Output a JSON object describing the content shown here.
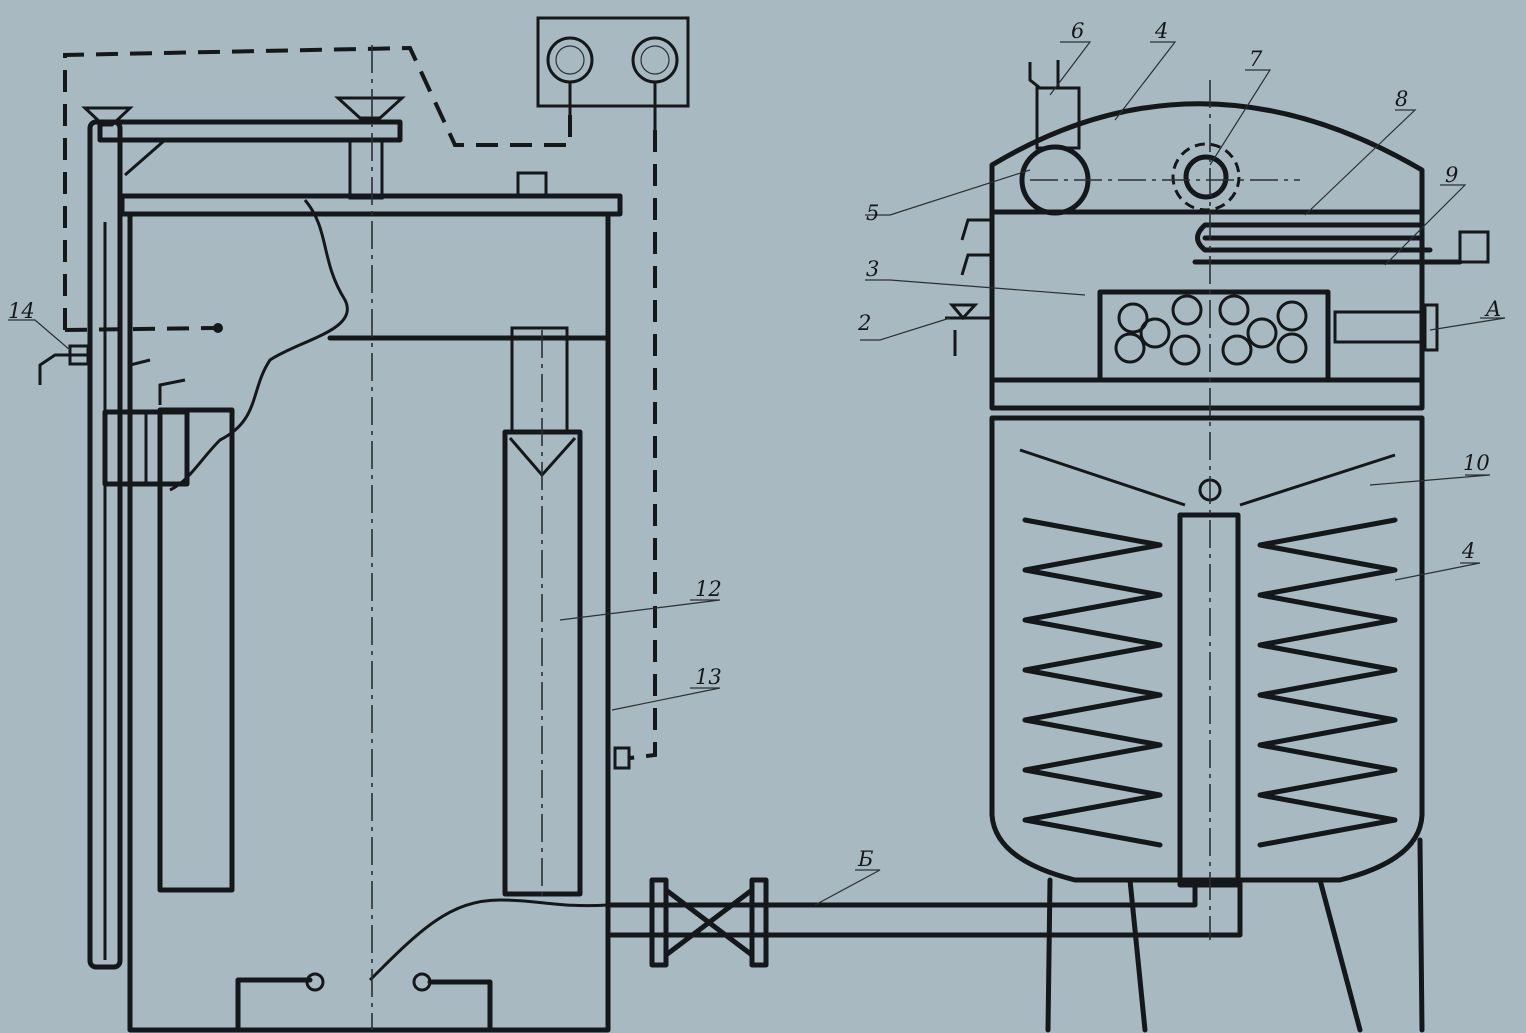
{
  "labels": {
    "l6": "6",
    "l4_top": "4",
    "l7": "7",
    "l8": "8",
    "l9": "9",
    "l5": "5",
    "l3": "3",
    "l2": "2",
    "lA": "A",
    "l10": "10",
    "l4_mid": "4",
    "l12": "12",
    "l13": "13",
    "l14": "14",
    "lB": "Б"
  },
  "colors": {
    "paper": "#a9b9c2",
    "ink": "#14181b"
  }
}
